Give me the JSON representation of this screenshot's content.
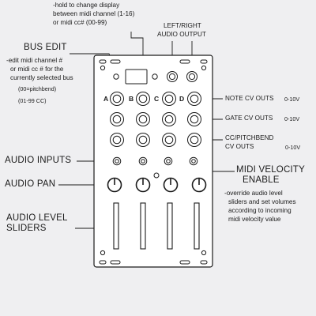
{
  "annotations": {
    "hold_display_line1": "-hold to change display",
    "hold_display_line2": "between midi channel (1-16)",
    "hold_display_line3": "or midi cc# (00-99)",
    "audio_output_line1": "LEFT/RIGHT",
    "audio_output_line2": "AUDIO OUTPUT",
    "bus_edit_title": "BUS EDIT",
    "bus_edit_line1": "-edit midi channel #",
    "bus_edit_line2": "or midi cc # for the",
    "bus_edit_line3": "currently selected bus",
    "bus_edit_note1": "(00=pitchbend)",
    "bus_edit_note2": "(01-99 CC)",
    "note_cv_outs": "NOTE CV OUTS",
    "note_cv_range": "0-10V",
    "gate_cv_outs": "GATE CV OUTS",
    "gate_cv_range": "0-10V",
    "cc_outs_line1": "CC/PITCHBEND",
    "cc_outs_line2": "CV OUTS",
    "cc_outs_range": "0-10V",
    "audio_inputs": "AUDIO INPUTS",
    "midi_velocity_line1": "MIDI VELOCITY",
    "midi_velocity_line2": "ENABLE",
    "audio_pan": "AUDIO PAN",
    "velocity_note_line1": "-override audio level",
    "velocity_note_line2": "sliders and set volumes",
    "velocity_note_line3": "according to incoming",
    "velocity_note_line4": "midi velocity value",
    "audio_level_line1": "AUDIO LEVEL",
    "audio_level_line2": "SLIDERS"
  },
  "panel": {
    "bus_labels": [
      "A",
      "B",
      "C",
      "D"
    ]
  },
  "colors": {
    "background": "#efeff1",
    "panel_fill": "#ffffff",
    "stroke": "#1b1b1b"
  }
}
